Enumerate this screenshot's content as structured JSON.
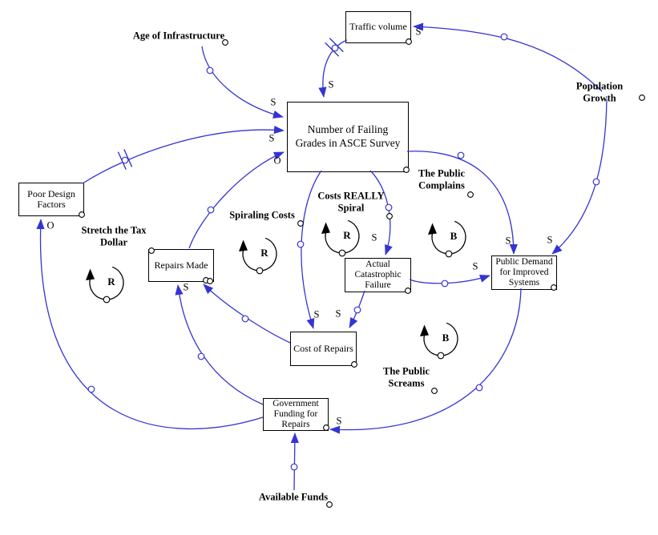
{
  "nodes": {
    "traffic_volume": {
      "label": "Traffic volume"
    },
    "failing_grades": {
      "label": "Number of Failing\nGrades in ASCE Survey"
    },
    "poor_design": {
      "label": "Poor Design\nFactors"
    },
    "repairs_made": {
      "label": "Repairs Made"
    },
    "actual_failure": {
      "label": "Actual\nCatastrophic\nFailure"
    },
    "cost_of_repairs": {
      "label": "Cost of Repairs"
    },
    "public_demand": {
      "label": "Public Demand\nfor Improved\nSystems"
    },
    "gov_funding": {
      "label": "Government\nFunding for\nRepairs"
    }
  },
  "external_variables": {
    "age_of_infrastructure": {
      "label": "Age of Infrastructure"
    },
    "population_growth": {
      "label": "Population Growth"
    },
    "available_funds": {
      "label": "Available Funds"
    }
  },
  "loops": {
    "stretch_tax_dollar": {
      "name": "Stretch the Tax\nDollar",
      "letter": "R"
    },
    "spiraling_costs": {
      "name": "Spiraling Costs",
      "letter": "R"
    },
    "costs_really_spiral": {
      "name": "Costs REALLY\nSpiral",
      "letter": "R"
    },
    "public_complains": {
      "name": "The Public\nComplains",
      "letter": "B"
    },
    "public_screams": {
      "name": "The Public\nScreams",
      "letter": "B"
    }
  },
  "links": [
    {
      "from": "Age of Infrastructure",
      "to": "Number of Failing Grades in ASCE Survey",
      "polarity": "S",
      "delay": false
    },
    {
      "from": "Traffic volume",
      "to": "Number of Failing Grades in ASCE Survey",
      "polarity": "S",
      "delay": true
    },
    {
      "from": "Population Growth",
      "to": "Traffic volume",
      "polarity": "S",
      "delay": false
    },
    {
      "from": "Population Growth",
      "to": "Public Demand for Improved Systems",
      "polarity": "S",
      "delay": false
    },
    {
      "from": "Poor Design Factors",
      "to": "Number of Failing Grades in ASCE Survey",
      "polarity": "S",
      "delay": true
    },
    {
      "from": "Repairs Made",
      "to": "Number of Failing Grades in ASCE Survey",
      "polarity": "O",
      "delay": false
    },
    {
      "from": "Number of Failing Grades in ASCE Survey",
      "to": "Actual Catastrophic Failure",
      "polarity": "S",
      "delay": false
    },
    {
      "from": "Number of Failing Grades in ASCE Survey",
      "to": "Cost of Repairs",
      "polarity": "S",
      "delay": false
    },
    {
      "from": "Actual Catastrophic Failure",
      "to": "Cost of Repairs",
      "polarity": "S",
      "delay": false
    },
    {
      "from": "Actual Catastrophic Failure",
      "to": "Public Demand for Improved Systems",
      "polarity": "S",
      "delay": false
    },
    {
      "from": "Number of Failing Grades in ASCE Survey",
      "to": "Public Demand for Improved Systems",
      "polarity": "S",
      "delay": false
    },
    {
      "from": "Public Demand for Improved Systems",
      "to": "Government Funding for Repairs",
      "polarity": "S",
      "delay": false
    },
    {
      "from": "Government Funding for Repairs",
      "to": "Repairs Made",
      "polarity": "S",
      "delay": false
    },
    {
      "from": "Cost of Repairs",
      "to": "Repairs Made",
      "polarity": "",
      "delay": false
    },
    {
      "from": "Government Funding for Repairs",
      "to": "Poor Design Factors",
      "polarity": "O",
      "delay": false
    },
    {
      "from": "Available Funds",
      "to": "Government Funding for Repairs",
      "polarity": "",
      "delay": false
    }
  ],
  "colors": {
    "link": "#3434d3",
    "text": "#000000",
    "loop_icon": "#000000",
    "background": "#ffffff"
  }
}
